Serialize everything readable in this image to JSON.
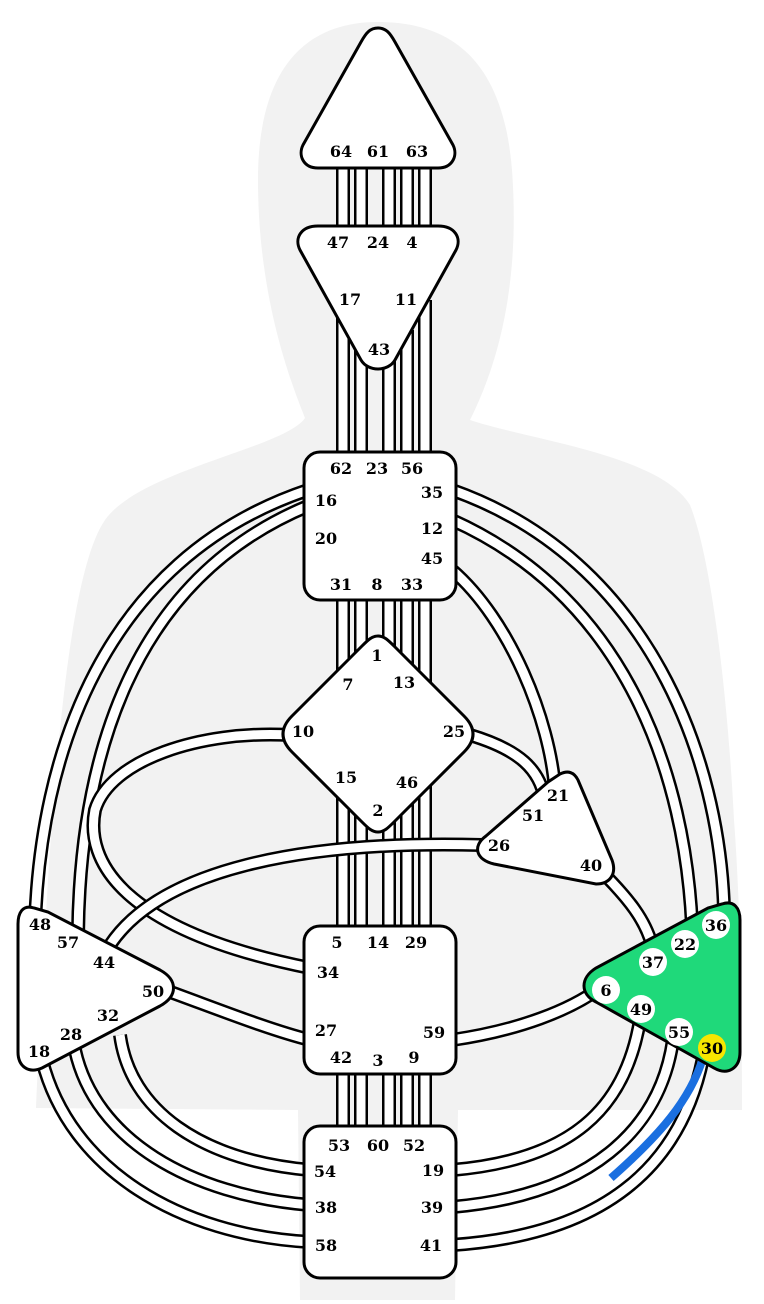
{
  "colors": {
    "silhouette": "#f2f2f2",
    "center_fill": "#ffffff",
    "outline": "#000000",
    "defined_center": "#1fd97a",
    "gate_highlight": "#ffffff",
    "gate_active": "#f7e600",
    "channel_active": "#1a6fe0"
  },
  "centers": {
    "head": {
      "gates": [
        "64",
        "61",
        "63"
      ]
    },
    "ajna": {
      "gates": [
        "47",
        "24",
        "4",
        "17",
        "11",
        "43"
      ]
    },
    "throat": {
      "gates": [
        "62",
        "23",
        "56",
        "16",
        "35",
        "20",
        "12",
        "45",
        "31",
        "8",
        "33"
      ]
    },
    "g": {
      "gates": [
        "1",
        "7",
        "13",
        "10",
        "25",
        "15",
        "46",
        "2"
      ]
    },
    "heart": {
      "gates": [
        "21",
        "51",
        "26",
        "40"
      ]
    },
    "sacral": {
      "gates": [
        "5",
        "14",
        "29",
        "34",
        "27",
        "59",
        "42",
        "3",
        "9"
      ]
    },
    "spleen": {
      "gates": [
        "48",
        "57",
        "44",
        "50",
        "32",
        "28",
        "18"
      ]
    },
    "solar_plexus": {
      "defined": true,
      "gates": [
        "36",
        "22",
        "37",
        "6",
        "49",
        "55",
        "30"
      ],
      "active_gate": "30"
    },
    "root": {
      "gates": [
        "53",
        "60",
        "52",
        "54",
        "19",
        "38",
        "39",
        "58",
        "41"
      ]
    }
  }
}
